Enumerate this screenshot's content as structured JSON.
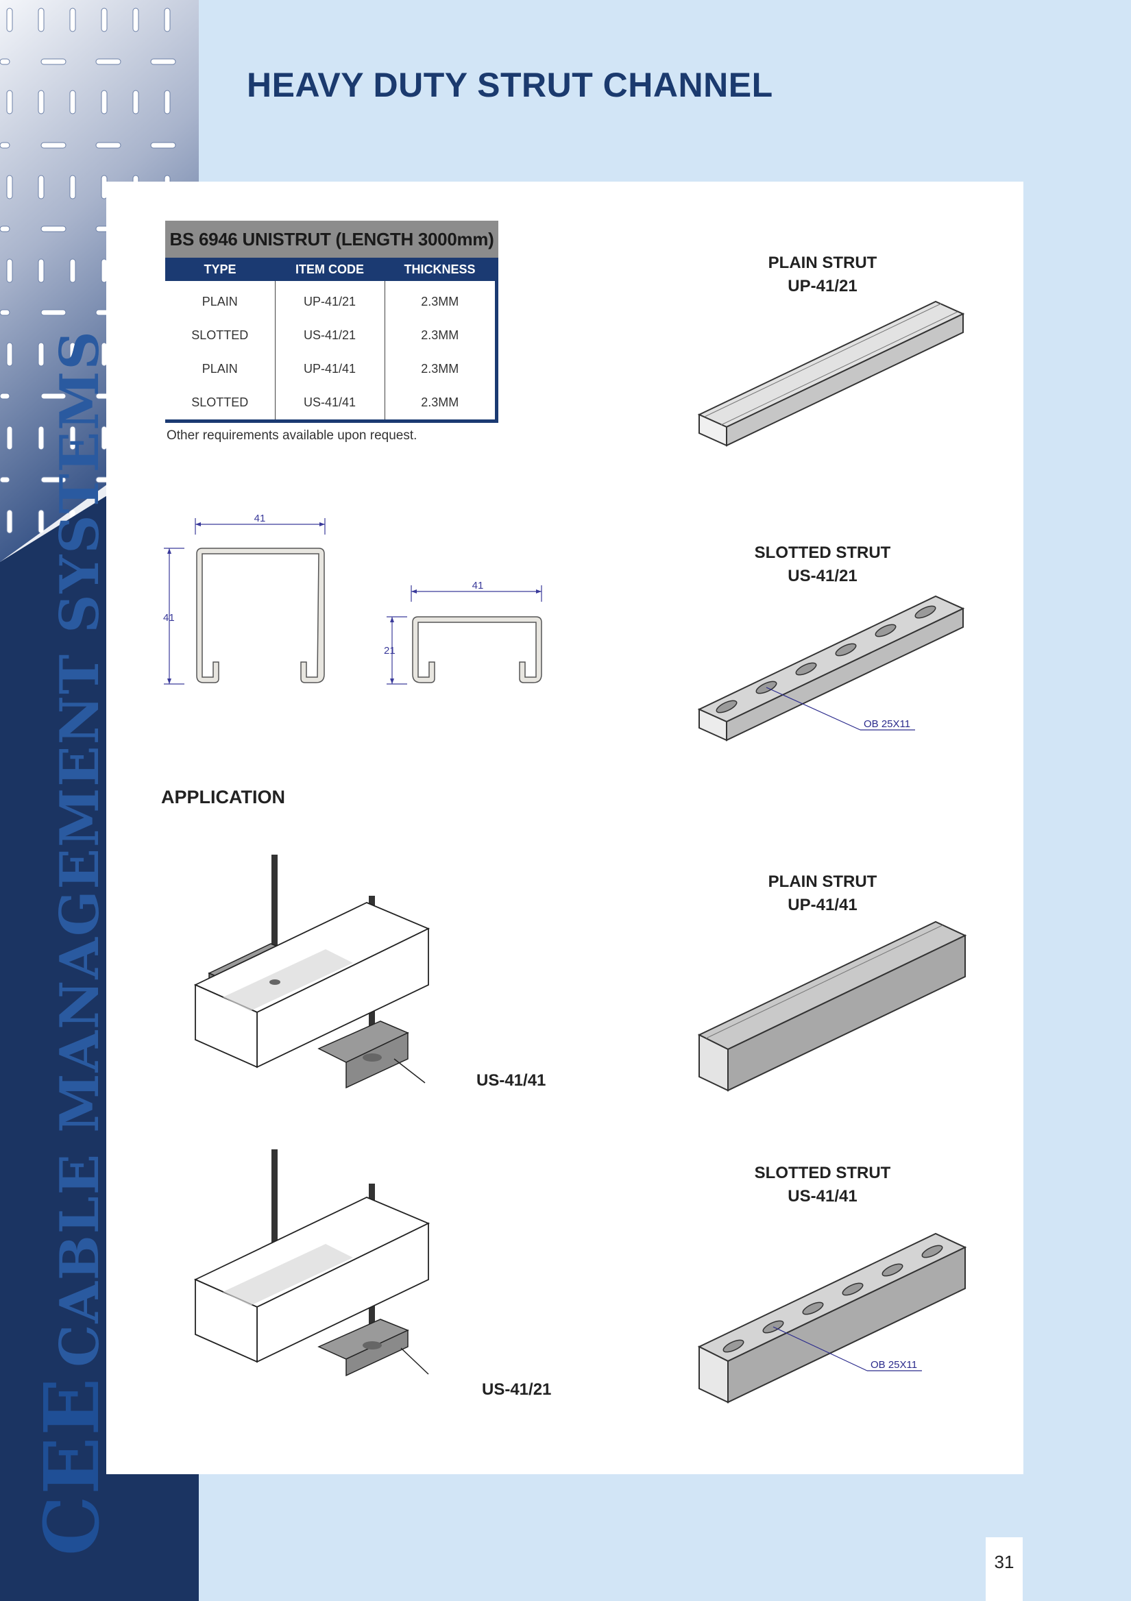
{
  "page": {
    "title": "HEAVY DUTY STRUT CHANNEL",
    "number": "31"
  },
  "sidebar": {
    "brand_logo": "CEE",
    "brand_text": "CABLE MANAGEMENT SYSTEMS"
  },
  "spec_table": {
    "title": "BS 6946 UNISTRUT (LENGTH 3000mm)",
    "columns": [
      "TYPE",
      "ITEM CODE",
      "THICKNESS"
    ],
    "rows": [
      [
        "PLAIN",
        "UP-41/21",
        "2.3MM"
      ],
      [
        "SLOTTED",
        "US-41/21",
        "2.3MM"
      ],
      [
        "PLAIN",
        "UP-41/41",
        "2.3MM"
      ],
      [
        "SLOTTED",
        "US-41/41",
        "2.3MM"
      ]
    ],
    "note": "Other requirements available upon request."
  },
  "profiles": {
    "profile_41x41": {
      "width": "41",
      "height": "41"
    },
    "profile_41x21": {
      "width": "41",
      "height": "21"
    }
  },
  "products": [
    {
      "name": "PLAIN STRUT",
      "code": "UP-41/21"
    },
    {
      "name": "SLOTTED STRUT",
      "code": "US-41/21",
      "slot_label": "OB 25X11"
    },
    {
      "name": "PLAIN STRUT",
      "code": "UP-41/41"
    },
    {
      "name": "SLOTTED STRUT",
      "code": "US-41/41",
      "slot_label": "OB 25X11"
    }
  ],
  "application": {
    "title": "APPLICATION",
    "labels": [
      "US-41/41",
      "US-41/21"
    ]
  },
  "colors": {
    "navy": "#1b3462",
    "title_blue": "#1b3a6e",
    "background": "#d2e5f6",
    "table_header": "#1b3a72",
    "table_title_bg": "#8c8c8c"
  }
}
